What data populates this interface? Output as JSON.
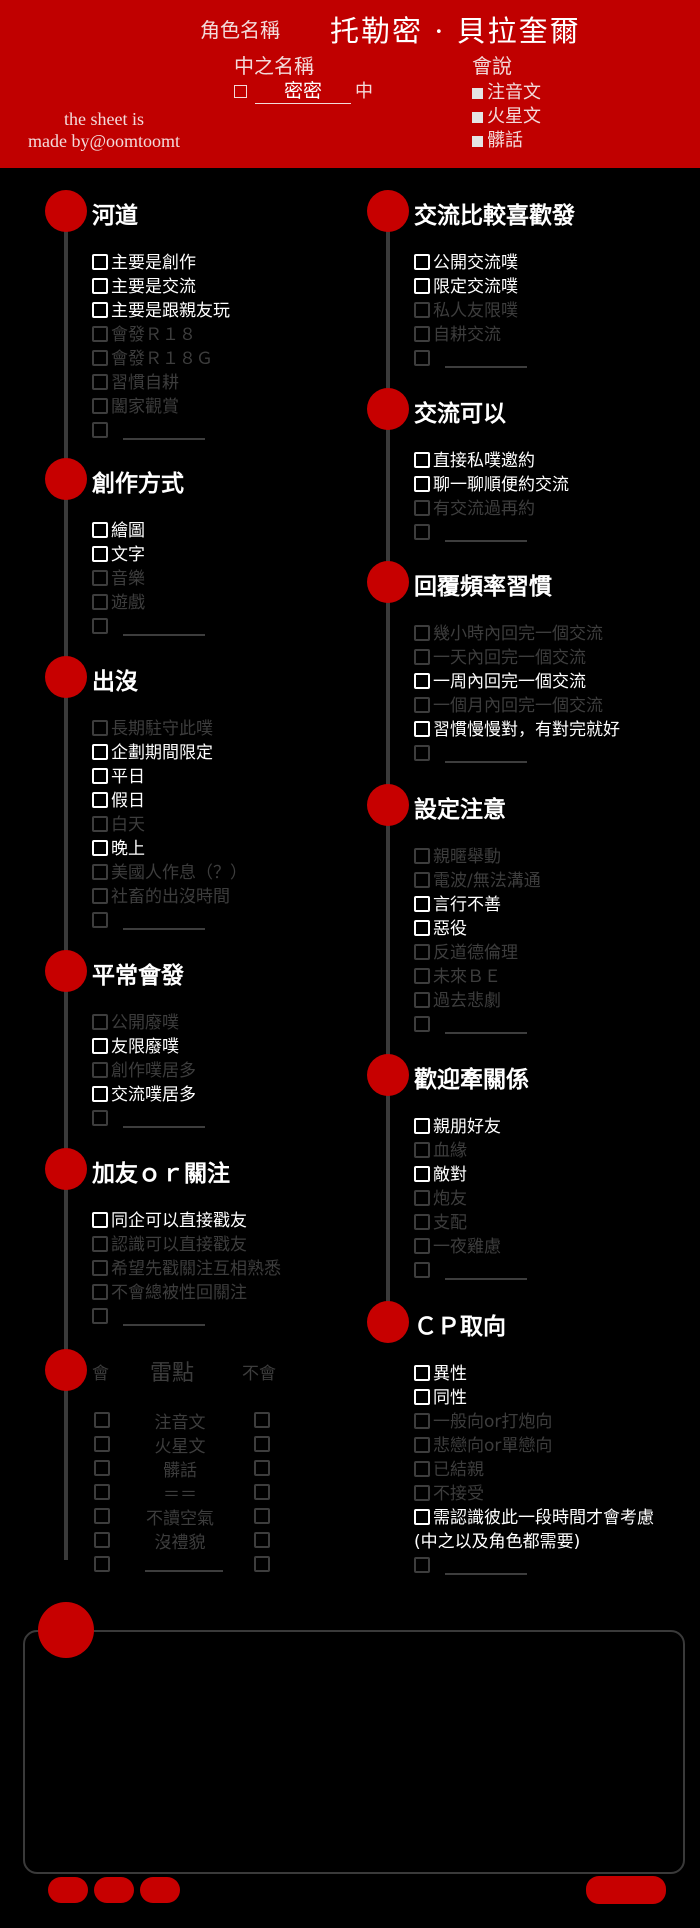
{
  "header": {
    "char_name_label": "角色名稱",
    "char_name": "托勒密 · 貝拉奎爾",
    "credit_line1": "the sheet is",
    "credit_line2": "made by@oomtoomt",
    "player_name_label": "中之名稱",
    "player_name": "密密",
    "player_suffix": "中",
    "lang_label": "會說",
    "languages": [
      "注音文",
      "火星文",
      "髒話"
    ],
    "colors": {
      "header_bg": "#c00000",
      "dot": "#c70000",
      "background": "#000000"
    }
  },
  "left_sections": [
    {
      "title": "河道",
      "items": [
        {
          "label": "主要是創作",
          "active": true
        },
        {
          "label": "主要是交流",
          "active": true
        },
        {
          "label": "主要是跟親友玩",
          "active": true
        },
        {
          "label": "會發Ｒ１８",
          "active": false
        },
        {
          "label": "會發Ｒ１８Ｇ",
          "active": false
        },
        {
          "label": "習慣自耕",
          "active": false
        },
        {
          "label": "闔家觀賞",
          "active": false
        },
        {
          "label": "",
          "active": false,
          "blank": true
        }
      ]
    },
    {
      "title": "創作方式",
      "items": [
        {
          "label": "繪圖",
          "active": true
        },
        {
          "label": "文字",
          "active": true
        },
        {
          "label": "音樂",
          "active": false
        },
        {
          "label": "遊戲",
          "active": false
        },
        {
          "label": "",
          "active": false,
          "blank": true
        }
      ]
    },
    {
      "title": "出沒",
      "items": [
        {
          "label": "長期駐守此噗",
          "active": false
        },
        {
          "label": "企劃期間限定",
          "active": true
        },
        {
          "label": "平日",
          "active": true
        },
        {
          "label": "假日",
          "active": true
        },
        {
          "label": "白天",
          "active": false
        },
        {
          "label": "晚上",
          "active": true
        },
        {
          "label": "美國人作息（？）",
          "active": false
        },
        {
          "label": "社畜的出沒時間",
          "active": false
        },
        {
          "label": "",
          "active": false,
          "blank": true
        }
      ]
    },
    {
      "title": "平常會發",
      "items": [
        {
          "label": "公開廢噗",
          "active": false
        },
        {
          "label": "友限廢噗",
          "active": true
        },
        {
          "label": "創作噗居多",
          "active": false
        },
        {
          "label": "交流噗居多",
          "active": true
        },
        {
          "label": "",
          "active": false,
          "blank": true
        }
      ]
    },
    {
      "title": "加友ｏｒ關注",
      "items": [
        {
          "label": "同企可以直接戳友",
          "active": true
        },
        {
          "label": "認識可以直接戳友",
          "active": false
        },
        {
          "label": "希望先戳關注互相熟悉",
          "active": false
        },
        {
          "label": "不會總被性回關注",
          "active": false
        },
        {
          "label": "",
          "active": false,
          "blank": true
        }
      ]
    }
  ],
  "tolerance_table": {
    "col_can": "會",
    "col_points": "雷點",
    "col_cannot": "不會",
    "rows": [
      "注音文",
      "火星文",
      "髒話",
      "＝＝",
      "不讀空氣",
      "沒禮貌",
      ""
    ]
  },
  "right_sections": [
    {
      "title": "交流比較喜歡發",
      "items": [
        {
          "label": "公開交流噗",
          "active": true
        },
        {
          "label": "限定交流噗",
          "active": true
        },
        {
          "label": "私人友限噗",
          "active": false
        },
        {
          "label": "自耕交流",
          "active": false
        },
        {
          "label": "",
          "active": false,
          "blank": true
        }
      ]
    },
    {
      "title": "交流可以",
      "items": [
        {
          "label": "直接私噗邀約",
          "active": true
        },
        {
          "label": "聊一聊順便約交流",
          "active": true
        },
        {
          "label": "有交流過再約",
          "active": false
        },
        {
          "label": "",
          "active": false,
          "blank": true
        }
      ]
    },
    {
      "title": "回覆頻率習慣",
      "items": [
        {
          "label": "幾小時內回完一個交流",
          "active": false
        },
        {
          "label": "一天內回完一個交流",
          "active": false
        },
        {
          "label": "一周內回完一個交流",
          "active": true
        },
        {
          "label": "一個月內回完一個交流",
          "active": false
        },
        {
          "label": "習慣慢慢對，有對完就好",
          "active": true
        },
        {
          "label": "",
          "active": false,
          "blank": true
        }
      ]
    },
    {
      "title": "設定注意",
      "items": [
        {
          "label": "親暱舉動",
          "active": false
        },
        {
          "label": "電波/無法溝通",
          "active": false
        },
        {
          "label": "言行不善",
          "active": true
        },
        {
          "label": "惡役",
          "active": true
        },
        {
          "label": "反道德倫理",
          "active": false
        },
        {
          "label": "未來ＢＥ",
          "active": false
        },
        {
          "label": "過去悲劇",
          "active": false
        },
        {
          "label": "",
          "active": false,
          "blank": true
        }
      ]
    },
    {
      "title": "歡迎牽關係",
      "items": [
        {
          "label": "親朋好友",
          "active": true
        },
        {
          "label": "血緣",
          "active": false
        },
        {
          "label": "敵對",
          "active": true
        },
        {
          "label": "炮友",
          "active": false
        },
        {
          "label": "支配",
          "active": false
        },
        {
          "label": "一夜雞慮",
          "active": false
        },
        {
          "label": "",
          "active": false,
          "blank": true
        }
      ]
    },
    {
      "title": "ＣＰ取向",
      "items": [
        {
          "label": "異性",
          "active": true
        },
        {
          "label": "同性",
          "active": true
        },
        {
          "label": "一般向or打炮向",
          "active": false
        },
        {
          "label": "悲戀向or單戀向",
          "active": false
        },
        {
          "label": "已結親",
          "active": false
        },
        {
          "label": "不接受",
          "active": false
        },
        {
          "label": "需認識彼此一段時間才會考慮",
          "active": true
        },
        {
          "label": "(中之以及角色都需要)",
          "active": true,
          "continuation": true
        },
        {
          "label": "",
          "active": false,
          "blank": true
        }
      ]
    }
  ]
}
